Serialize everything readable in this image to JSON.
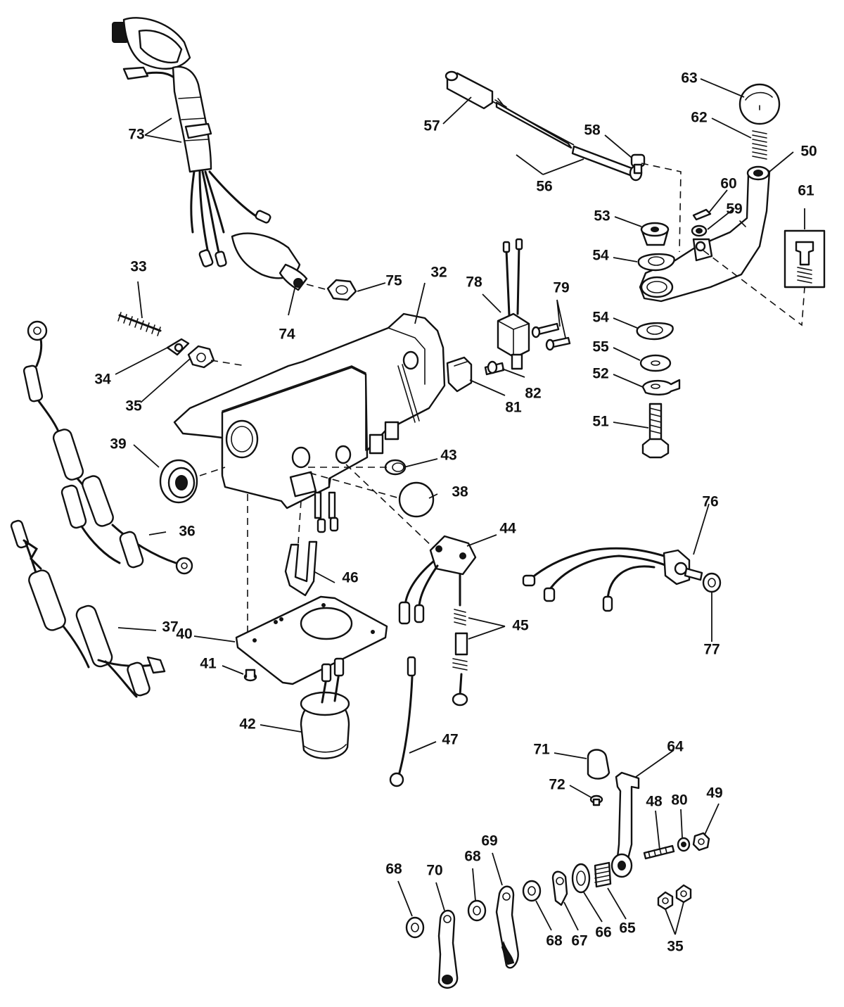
{
  "callouts": [
    {
      "id": "l73",
      "text": "73"
    },
    {
      "id": "l74",
      "text": "74"
    },
    {
      "id": "l75",
      "text": "75"
    },
    {
      "id": "l33",
      "text": "33"
    },
    {
      "id": "l34",
      "text": "34"
    },
    {
      "id": "l35a",
      "text": "35"
    },
    {
      "id": "l32",
      "text": "32"
    },
    {
      "id": "l39",
      "text": "39"
    },
    {
      "id": "l36",
      "text": "36"
    },
    {
      "id": "l37",
      "text": "37"
    },
    {
      "id": "l40",
      "text": "40"
    },
    {
      "id": "l41",
      "text": "41"
    },
    {
      "id": "l42",
      "text": "42"
    },
    {
      "id": "l43",
      "text": "43"
    },
    {
      "id": "l38",
      "text": "38"
    },
    {
      "id": "l44",
      "text": "44"
    },
    {
      "id": "l45",
      "text": "45"
    },
    {
      "id": "l46",
      "text": "46"
    },
    {
      "id": "l47",
      "text": "47"
    },
    {
      "id": "l78",
      "text": "78"
    },
    {
      "id": "l79",
      "text": "79"
    },
    {
      "id": "l82",
      "text": "82"
    },
    {
      "id": "l81",
      "text": "81"
    },
    {
      "id": "l57",
      "text": "57"
    },
    {
      "id": "l56",
      "text": "56"
    },
    {
      "id": "l58",
      "text": "58"
    },
    {
      "id": "l63",
      "text": "63"
    },
    {
      "id": "l62",
      "text": "62"
    },
    {
      "id": "l50",
      "text": "50"
    },
    {
      "id": "l60",
      "text": "60"
    },
    {
      "id": "l59",
      "text": "59"
    },
    {
      "id": "l61",
      "text": "61"
    },
    {
      "id": "l53",
      "text": "53"
    },
    {
      "id": "l54a",
      "text": "54"
    },
    {
      "id": "l54b",
      "text": "54"
    },
    {
      "id": "l55",
      "text": "55"
    },
    {
      "id": "l52",
      "text": "52"
    },
    {
      "id": "l51",
      "text": "51"
    },
    {
      "id": "l76",
      "text": "76"
    },
    {
      "id": "l77",
      "text": "77"
    },
    {
      "id": "l71",
      "text": "71"
    },
    {
      "id": "l64",
      "text": "64"
    },
    {
      "id": "l72",
      "text": "72"
    },
    {
      "id": "l48",
      "text": "48"
    },
    {
      "id": "l80",
      "text": "80"
    },
    {
      "id": "l49",
      "text": "49"
    },
    {
      "id": "l68a",
      "text": "68"
    },
    {
      "id": "l70",
      "text": "70"
    },
    {
      "id": "l68b",
      "text": "68"
    },
    {
      "id": "l69",
      "text": "69"
    },
    {
      "id": "l68c",
      "text": "68"
    },
    {
      "id": "l67",
      "text": "67"
    },
    {
      "id": "l66",
      "text": "66"
    },
    {
      "id": "l65",
      "text": "65"
    },
    {
      "id": "l35b",
      "text": "35"
    }
  ]
}
